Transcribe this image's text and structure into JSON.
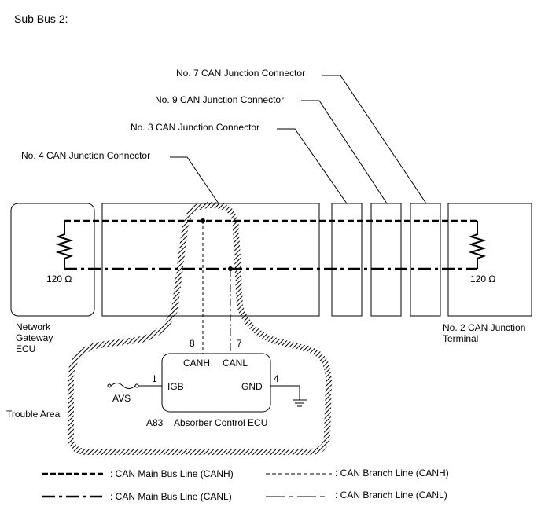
{
  "title": "Sub Bus 2:",
  "connectors": {
    "no7": "No. 7 CAN Junction Connector",
    "no9": "No. 9 CAN Junction Connector",
    "no3": "No. 3 CAN Junction Connector",
    "no4": "No. 4 CAN Junction Connector"
  },
  "gateway": {
    "label_line1": "Network",
    "label_line2": "Gateway",
    "label_line3": "ECU",
    "resistor": "120 Ω"
  },
  "terminal": {
    "label_line1": "No. 2 CAN Junction",
    "label_line2": "Terminal",
    "resistor": "120 Ω"
  },
  "ecu": {
    "pin_canh": "8",
    "pin_canl": "7",
    "canh": "CANH",
    "canl": "CANL",
    "pin_igb": "1",
    "igb": "IGB",
    "pin_gnd": "4",
    "gnd": "GND",
    "avs": "AVS",
    "code": "A83",
    "name": "Absorber Control ECU"
  },
  "trouble_area": "Trouble Area",
  "legend": {
    "main_canh": ": CAN Main Bus Line (CANH)",
    "branch_canh": ": CAN Branch Line (CANH)",
    "main_canl": ": CAN Main Bus Line (CANL)",
    "branch_canl": ": CAN Branch Line (CANL)"
  }
}
